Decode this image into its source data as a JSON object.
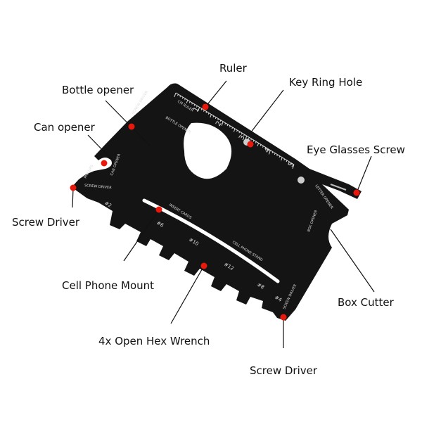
{
  "labels": {
    "ruler": "Ruler",
    "key_ring_hole": "Key Ring Hole",
    "bottle_opener": "Bottle opener",
    "can_opener": "Can opener",
    "eye_glasses_screw": "Eye Glasses Screw",
    "screw_driver_left": "Screw Driver",
    "cell_phone_mount": "Cell Phone Mount",
    "box_cutter": "Box Cutter",
    "hex_wrench": "4x Open Hex Wrench",
    "screw_driver_bottom": "Screw Driver"
  },
  "card_text": {
    "cm_ruler": "CM RULER",
    "screw_driver_top": "SCREW DRIVER",
    "bottle_opener": "BOTTLE OPENER",
    "can_opener": "CAN OPENER",
    "screw_driver_left": "SCREW DRIVER",
    "phillips": "PHILLIPS",
    "insert_cards": "INSERT CARDS",
    "cell_phone_stand": "CELL PHONE STAND",
    "letter_opener": "LETTER OPENER",
    "box_opener": "BOX OPENER",
    "screw_driver_bottom": "SCREW DRIVER",
    "hex_sizes": [
      "#2",
      "#6",
      "#10",
      "#12",
      "#8",
      "#4"
    ],
    "ruler_numbers": [
      "1",
      "2",
      "3",
      "4",
      "5"
    ]
  },
  "colors": {
    "card": "#141414",
    "marker": "#e8180c",
    "text_on_card": "#d8d8d8"
  }
}
